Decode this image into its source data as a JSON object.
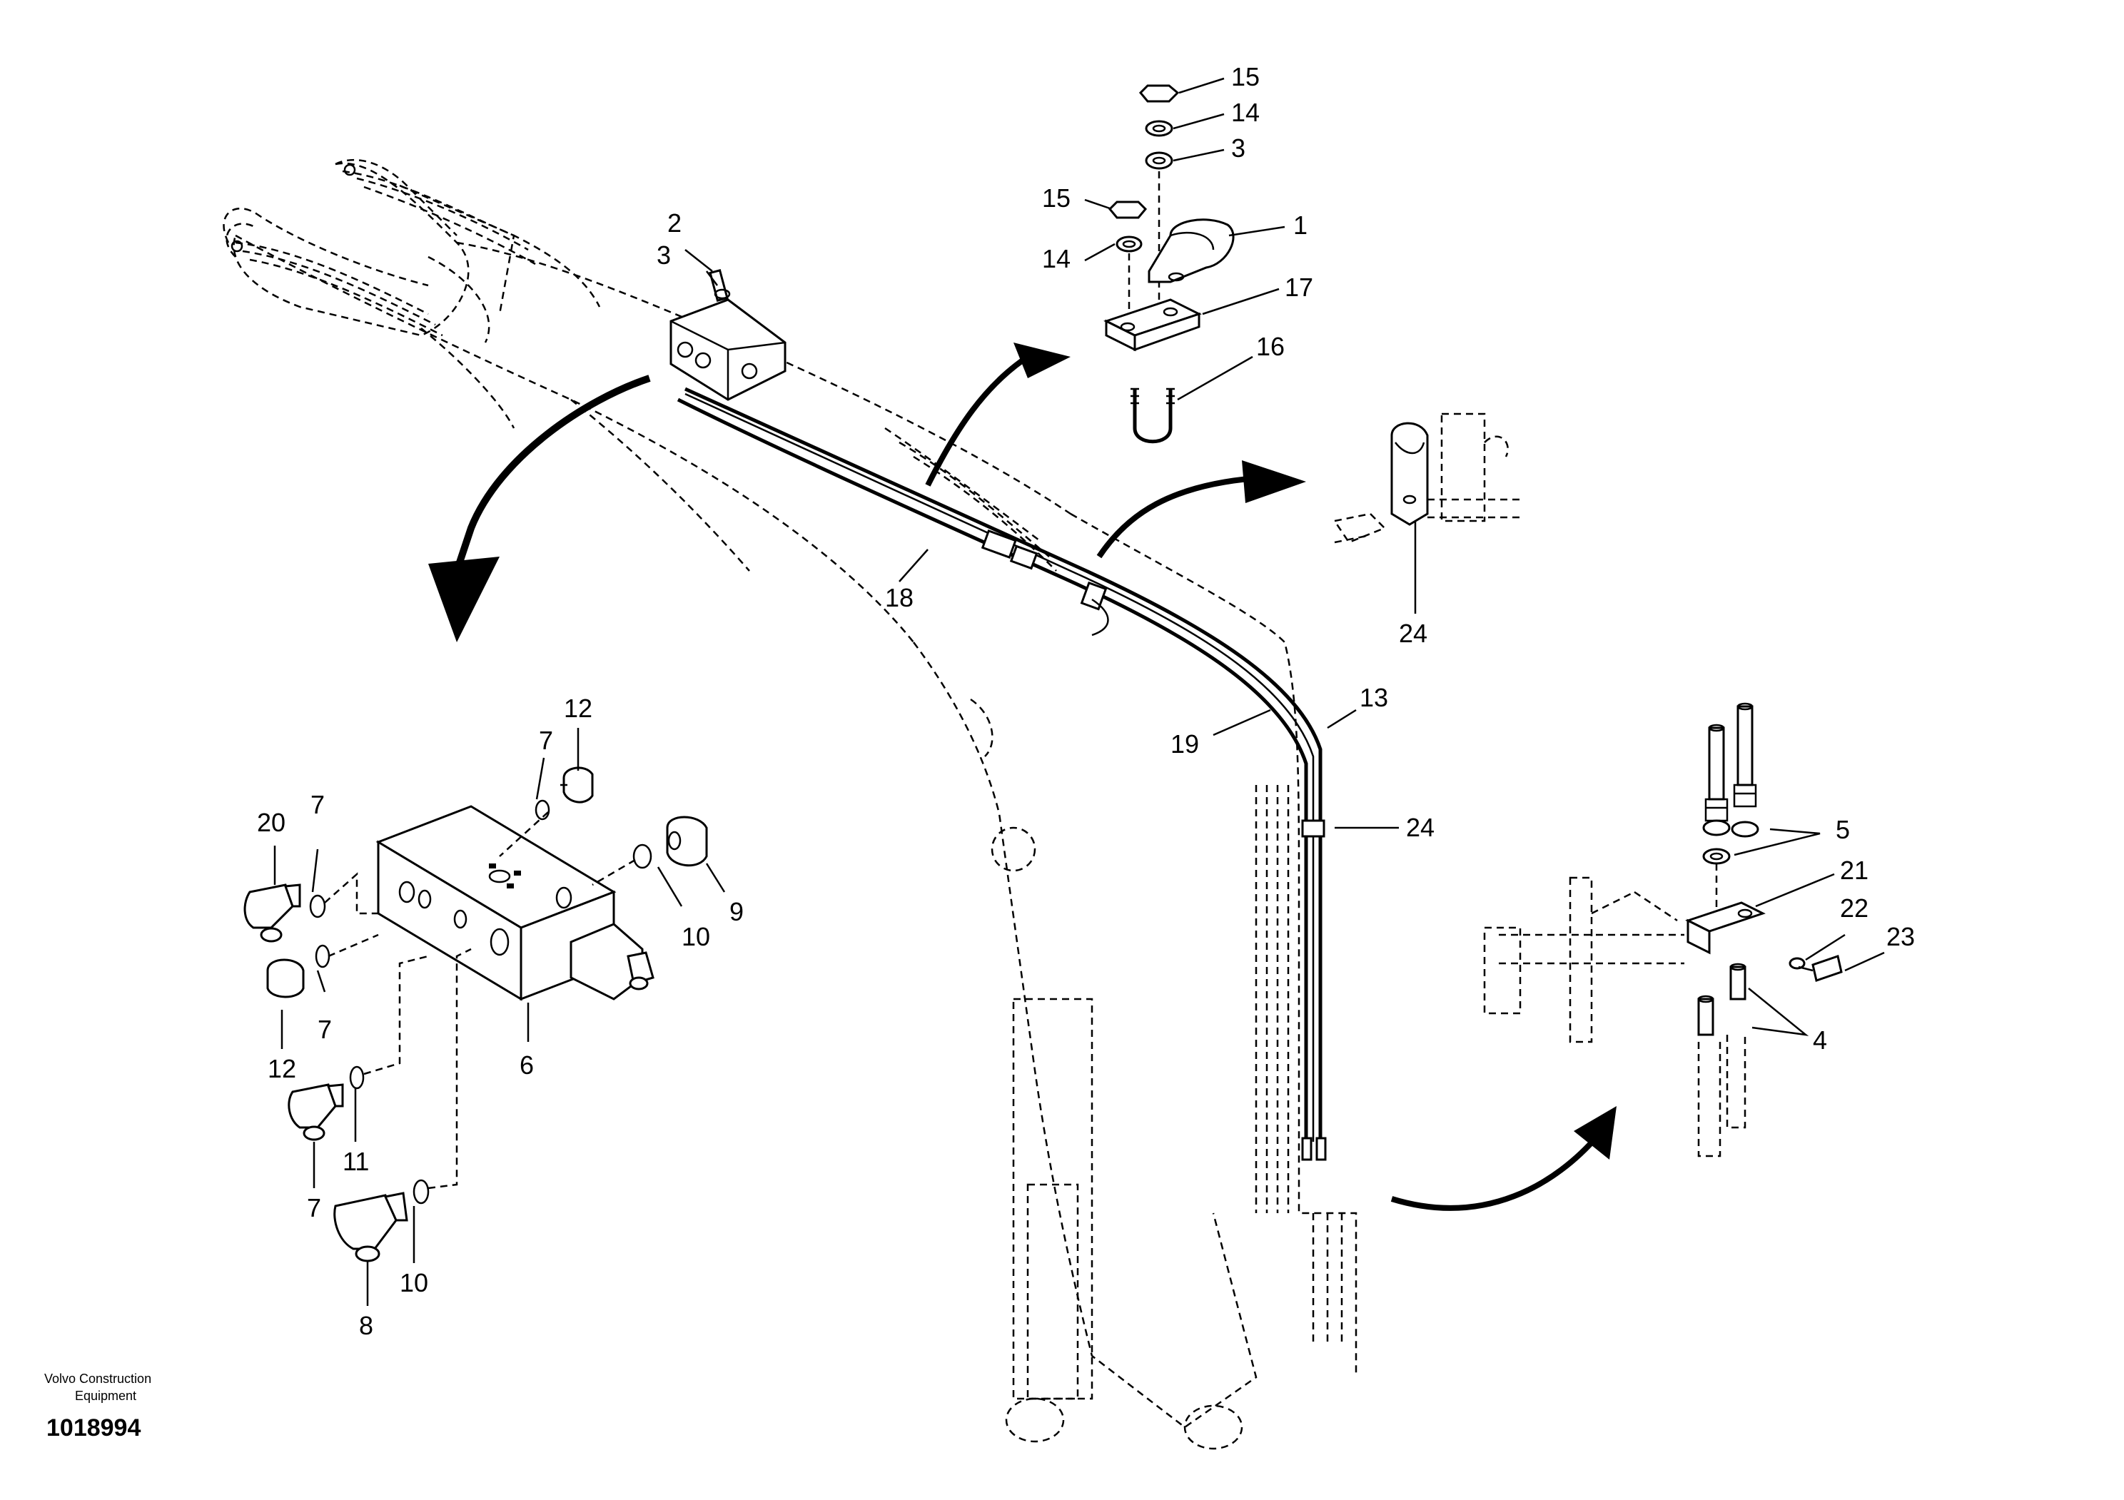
{
  "callouts": {
    "c15a": "15",
    "c14a": "14",
    "c3a": "3",
    "c15b": "15",
    "c14b": "14",
    "c1": "1",
    "c17": "17",
    "c16": "16",
    "c2": "2",
    "c3b": "3",
    "c18": "18",
    "c24a": "24",
    "c13": "13",
    "c19": "19",
    "c24b": "24",
    "c5": "5",
    "c21": "21",
    "c22": "22",
    "c23": "23",
    "c4": "4",
    "c12a": "12",
    "c7a": "7",
    "c20": "20",
    "c7b": "7",
    "c10a": "10",
    "c9": "9",
    "c7c": "7",
    "c12b": "12",
    "c6": "6",
    "c11": "11",
    "c7d": "7",
    "c10b": "10",
    "c8": "8"
  },
  "footer": {
    "credit_line1": "Volvo Construction",
    "credit_line2": "Equipment",
    "drawing_id": "1018994"
  }
}
